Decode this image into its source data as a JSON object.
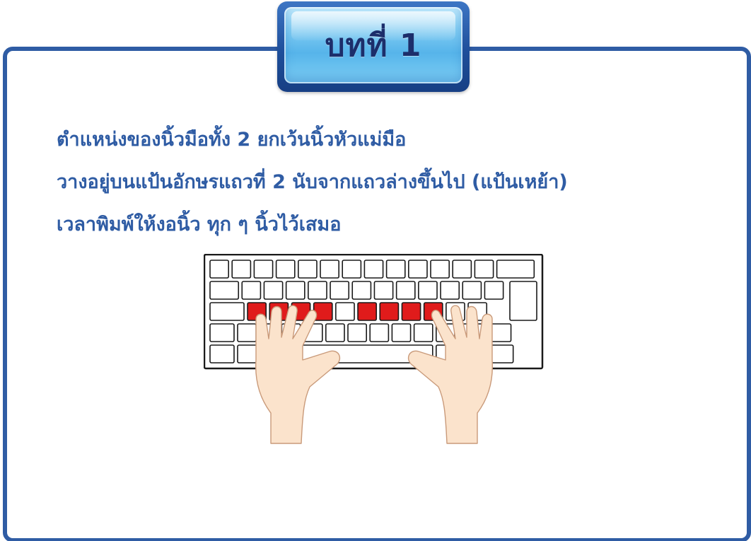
{
  "title": "บทที่ 1",
  "instructions": {
    "line1": "ตำแหน่งของนิ้วมือทั้ง 2 ยกเว้นนิ้วหัวแม่มือ",
    "line2": "วางอยู่บนแป้นอักษรแถวที่ 2 นับจากแถวล่างขึ้นไป (แป้นเหย้า)",
    "line3": "เวลาพิมพ์ให้งอนิ้ว ทุก ๆ นิ้วไว้เสมอ"
  },
  "illustration": {
    "subject": "keyboard-with-hands-on-home-row",
    "home_key_color": "#e01b1b",
    "key_color": "#ffffff",
    "outline_color": "#1a1a1a",
    "skin_color": "#fbe3cc"
  },
  "colors": {
    "frame": "#2f5ca4",
    "text": "#2f5ca4",
    "title_text": "#1c2e6b"
  }
}
